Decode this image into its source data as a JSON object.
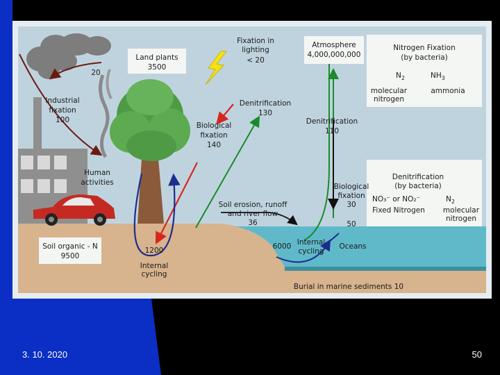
{
  "footer": {
    "date": "3. 10. 2020",
    "page": "50"
  },
  "diagram": {
    "land_plants": [
      "Land plants",
      "3500"
    ],
    "fixation_lighting": [
      "Fixation in",
      "lighting",
      "< 20"
    ],
    "atmosphere": [
      "Atmosphere",
      "4,000,000,000"
    ],
    "nitrogen_fixation_box": {
      "title": [
        "Nitrogen Fixation",
        "(by bacteria)"
      ],
      "n2": "N",
      "n2_sub": "2",
      "nh3": "NH",
      "nh3_sub": "3",
      "molecular_nitrogen": [
        "molecular",
        "nitrogen"
      ],
      "ammonia": "ammonia"
    },
    "twenty": "20",
    "industrial_fixation": [
      "Industrial",
      "fixation",
      "100"
    ],
    "denitrification_land": [
      "Denitrification",
      "130"
    ],
    "biological_fixation_land": [
      "Biological",
      "fixation",
      "140"
    ],
    "denitrification_ocean": [
      "Denitrification",
      "110"
    ],
    "denitrification_box": {
      "title": [
        "Denitrification",
        "(by bacteria)"
      ],
      "no3_no2": "NO₃⁻ or NO₂⁻",
      "n2": "N",
      "n2_sub": "2",
      "fixed_nitrogen": "Fixed Nitrogen",
      "molecular_nitrogen": [
        "molecular",
        "nitrogen"
      ]
    },
    "human_activities": [
      "Human",
      "activities"
    ],
    "biological_fixation_ocean": [
      "Biological",
      "fixation",
      "30"
    ],
    "soil_erosion": [
      "Soil erosion, runoff",
      "and river flow",
      "36"
    ],
    "fifty": "50",
    "six_thousand": "6000",
    "internal_cycling_ocean": [
      "Internal",
      "cycling"
    ],
    "oceans": "Oceans",
    "soil_organic": [
      "Soil organic - N",
      "9500"
    ],
    "twelve_hundred": "1200",
    "internal_cycling_land": [
      "Internal",
      "cycling"
    ],
    "burial": "Burial in marine sediments 10"
  }
}
